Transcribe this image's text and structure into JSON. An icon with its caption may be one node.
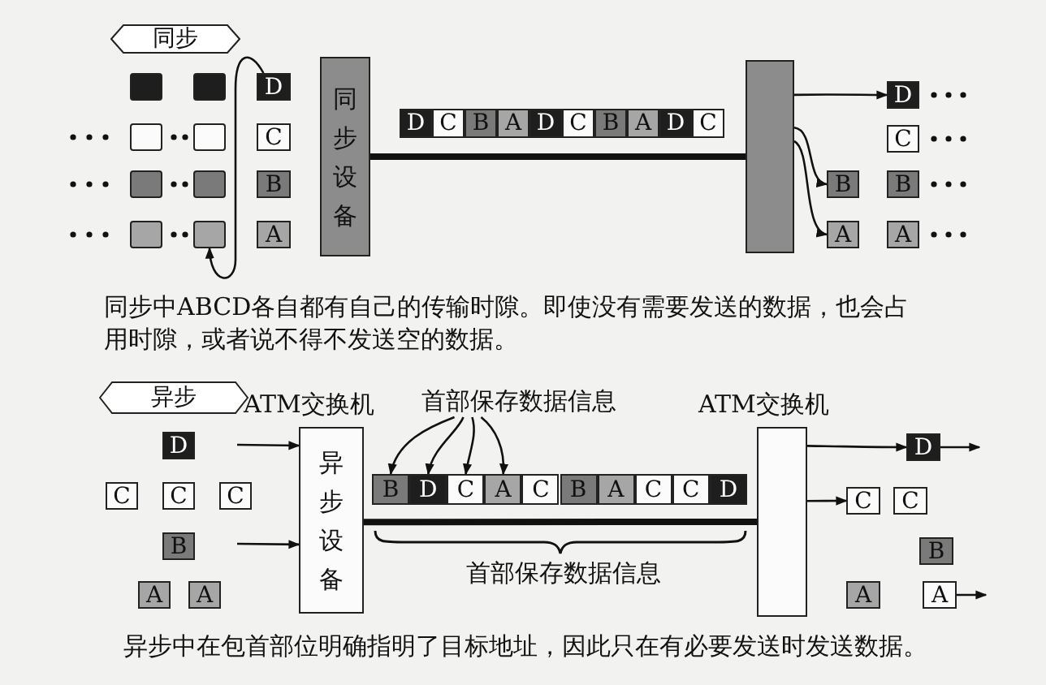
{
  "diagram": {
    "nodes": [
      {
        "text": [
          "同步"
        ]
      },
      {
        "text": [],
        "shape": "box"
      },
      {
        "text": [],
        "shape": "box"
      },
      {
        "text": [
          "D"
        ]
      },
      {
        "text": [],
        "shape": "box"
      },
      {
        "text": [],
        "shape": "box"
      },
      {
        "text": [
          "C"
        ]
      },
      {
        "text": [],
        "shape": "box"
      },
      {
        "text": [],
        "shape": "box"
      },
      {
        "text": [
          "B"
        ]
      },
      {
        "text": [],
        "shape": "box"
      },
      {
        "text": [],
        "shape": "box"
      },
      {
        "text": [
          "A"
        ]
      },
      {
        "text": [
          "同步设备"
        ]
      },
      {
        "text": [
          "D"
        ]
      },
      {
        "text": [
          "C"
        ]
      },
      {
        "text": [
          "B"
        ]
      },
      {
        "text": [
          "A"
        ]
      },
      {
        "text": [
          "D"
        ]
      },
      {
        "text": [
          "C"
        ]
      },
      {
        "text": [
          "B"
        ]
      },
      {
        "text": [
          "A"
        ]
      },
      {
        "text": [
          "D"
        ]
      },
      {
        "text": [
          "C"
        ]
      },
      {
        "text": [],
        "shape": "bar"
      },
      {
        "text": [
          "D"
        ]
      },
      {
        "text": [
          "C"
        ]
      },
      {
        "text": [
          "B"
        ]
      },
      {
        "text": [
          "B"
        ]
      },
      {
        "text": [
          "A"
        ]
      },
      {
        "text": [
          "A"
        ]
      },
      {
        "text": [
          "异步"
        ]
      },
      {
        "text": [
          "D"
        ]
      },
      {
        "text": [
          "C"
        ]
      },
      {
        "text": [
          "C"
        ]
      },
      {
        "text": [
          "C"
        ]
      },
      {
        "text": [
          "B"
        ]
      },
      {
        "text": [
          "A"
        ]
      },
      {
        "text": [
          "A"
        ]
      },
      {
        "text": [
          "异步设备"
        ],
        "beside": [
          "ATM交换机"
        ]
      },
      {
        "text": [
          "首部保存数据信息"
        ]
      },
      {
        "text": [
          "B"
        ]
      },
      {
        "text": [
          "D"
        ]
      },
      {
        "text": [
          "C"
        ]
      },
      {
        "text": [
          "A"
        ]
      },
      {
        "text": [
          "C"
        ]
      },
      {
        "text": [
          "B"
        ]
      },
      {
        "text": [
          "A"
        ]
      },
      {
        "text": [
          "C"
        ]
      },
      {
        "text": [
          "C"
        ]
      },
      {
        "text": [
          "D"
        ]
      },
      {
        "text": [],
        "shape": "bar",
        "beside": [
          "ATM交换机"
        ]
      },
      {
        "text": [
          "D"
        ]
      },
      {
        "text": [
          "C"
        ]
      },
      {
        "text": [
          "C"
        ]
      },
      {
        "text": [
          "B"
        ]
      },
      {
        "text": [
          "A"
        ]
      },
      {
        "text": [
          "A"
        ]
      }
    ],
    "edges": [
      {
        "from": 3,
        "to": 11,
        "arrow": "to"
      },
      {
        "from": 13,
        "to": 24,
        "arrow": "none",
        "style": "thick"
      },
      {
        "from": 24,
        "to": 25,
        "arrow": "to"
      },
      {
        "from": 24,
        "to": 27,
        "arrow": "to"
      },
      {
        "from": 24,
        "to": 29,
        "arrow": "to"
      },
      {
        "from": null,
        "to": 39,
        "arrow": "to"
      },
      {
        "from": null,
        "to": 39,
        "arrow": "to"
      },
      {
        "from": 40,
        "to": 41,
        "arrow": "to"
      },
      {
        "from": 40,
        "to": 42,
        "arrow": "to"
      },
      {
        "from": 40,
        "to": 43,
        "arrow": "to"
      },
      {
        "from": 40,
        "to": 44,
        "arrow": "to"
      },
      {
        "from": 39,
        "to": 51,
        "arrow": "none",
        "style": "thick"
      },
      {
        "from": 51,
        "to": 52,
        "arrow": "to"
      },
      {
        "from": 51,
        "to": 53,
        "arrow": "to"
      },
      {
        "from": 52,
        "to": null,
        "arrow": "to"
      },
      {
        "from": 57,
        "to": null,
        "arrow": "to"
      }
    ],
    "labels": [
      "同步中ABCD各自都有自己的传输时隙。即使没有需要发送的数据，也会占用时隙，或者说不得不发送空的数据。",
      "首部保存数据信息",
      "异步中在包首部位明确指明了目标地址，因此只在有必要发送时发送数据。"
    ]
  }
}
